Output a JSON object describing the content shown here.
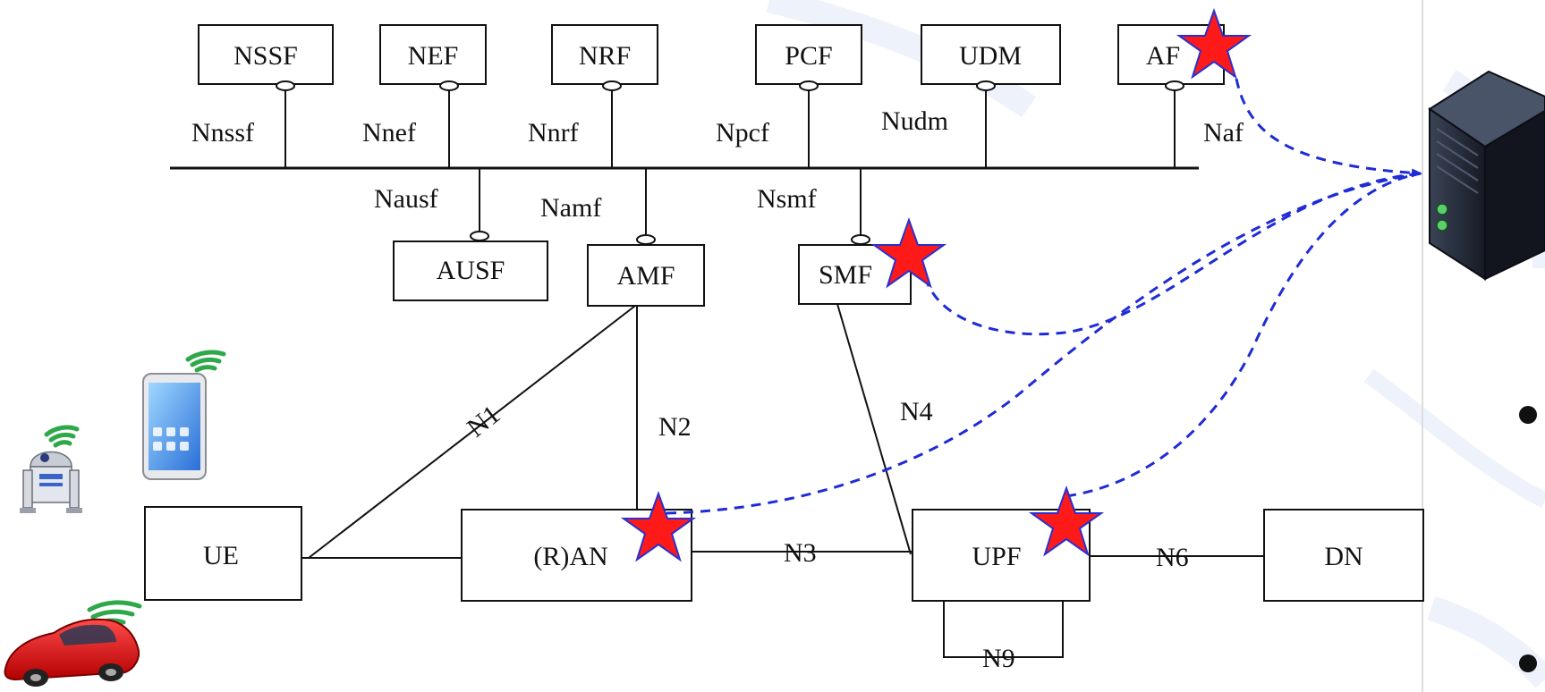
{
  "diagram": {
    "network_functions": {
      "nssf": "NSSF",
      "nef": "NEF",
      "nrf": "NRF",
      "pcf": "PCF",
      "udm": "UDM",
      "af": "AF",
      "ausf": "AUSF",
      "amf": "AMF",
      "smf": "SMF",
      "ue": "UE",
      "ran": "(R)AN",
      "upf": "UPF",
      "dn": "DN"
    },
    "service_interfaces": {
      "nnssf": "Nnssf",
      "nnef": "Nnef",
      "nnrf": "Nnrf",
      "npcf": "Npcf",
      "nudm": "Nudm",
      "naf": "Naf",
      "nausf": "Nausf",
      "namf": "Namf",
      "nsmf": "Nsmf"
    },
    "reference_points": {
      "n1": "N1",
      "n2": "N2",
      "n3": "N3",
      "n4": "N4",
      "n6": "N6",
      "n9": "N9"
    },
    "marked_functions": [
      "AF",
      "SMF",
      "(R)AN",
      "UPF"
    ],
    "colors": {
      "star": "#ff1a1a",
      "star_outline": "#2a2fd0",
      "dashed_link": "#1f2bd6",
      "line": "#111111",
      "watermark": "#eef3fb",
      "server_body": "#1f2330",
      "server_led": "#5ad06a"
    },
    "icons": [
      "robot-icon",
      "smartphone-icon",
      "car-icon",
      "server-icon",
      "wifi-signal-icon"
    ]
  }
}
